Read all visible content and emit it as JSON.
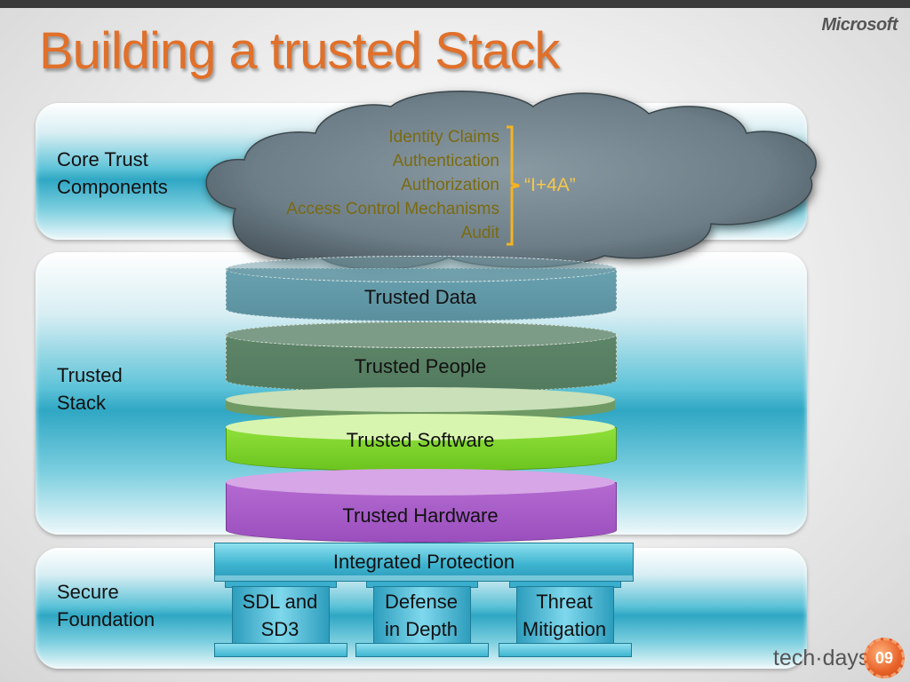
{
  "title": "Building a trusted Stack",
  "brand": "Microsoft",
  "panels": {
    "core": [
      "Core Trust",
      "Components"
    ],
    "stack": [
      "Trusted",
      "Stack"
    ],
    "foundation": [
      "Secure",
      "Foundation"
    ]
  },
  "cloud": {
    "items": [
      "Identity Claims",
      "Authentication",
      "Authorization",
      "Access Control Mechanisms",
      "Audit"
    ],
    "group_label": "“I+4A”"
  },
  "stack_layers": [
    "Trusted Data",
    "Trusted People",
    "Trusted Software",
    "Trusted Hardware"
  ],
  "foundation": {
    "plinth": "Integrated Protection",
    "pillars": [
      [
        "SDL and",
        "SD3"
      ],
      [
        "Defense",
        "in Depth"
      ],
      [
        "Threat",
        "Mitigation"
      ]
    ]
  },
  "footer": {
    "event": "tech·days",
    "badge": "09"
  },
  "colors": {
    "title": "#e0702a",
    "panel": "#2fa7c4",
    "cloud_text": "#7a6a10",
    "brace": "#f5b320",
    "software": "#7fd230",
    "hardware": "#a85ac8"
  }
}
